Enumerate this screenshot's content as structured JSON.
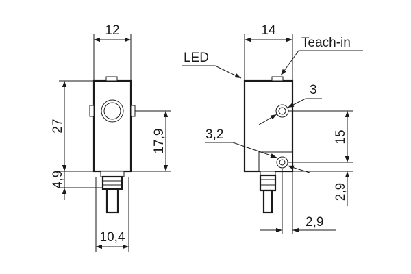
{
  "left_view": {
    "dim_width_top": "12",
    "dim_height_total": "27",
    "dim_height_hole": "17,9",
    "dim_connector": "4,9",
    "dim_width_bottom": "10,4"
  },
  "right_view": {
    "dim_width_top": "14",
    "label_led": "LED",
    "label_teach_in": "Teach-in",
    "dim_hole_small": "3",
    "dim_hole_large": "3,2",
    "dim_height_15": "15",
    "dim_height_2_9": "2,9",
    "dim_width_2_9": "2,9"
  }
}
